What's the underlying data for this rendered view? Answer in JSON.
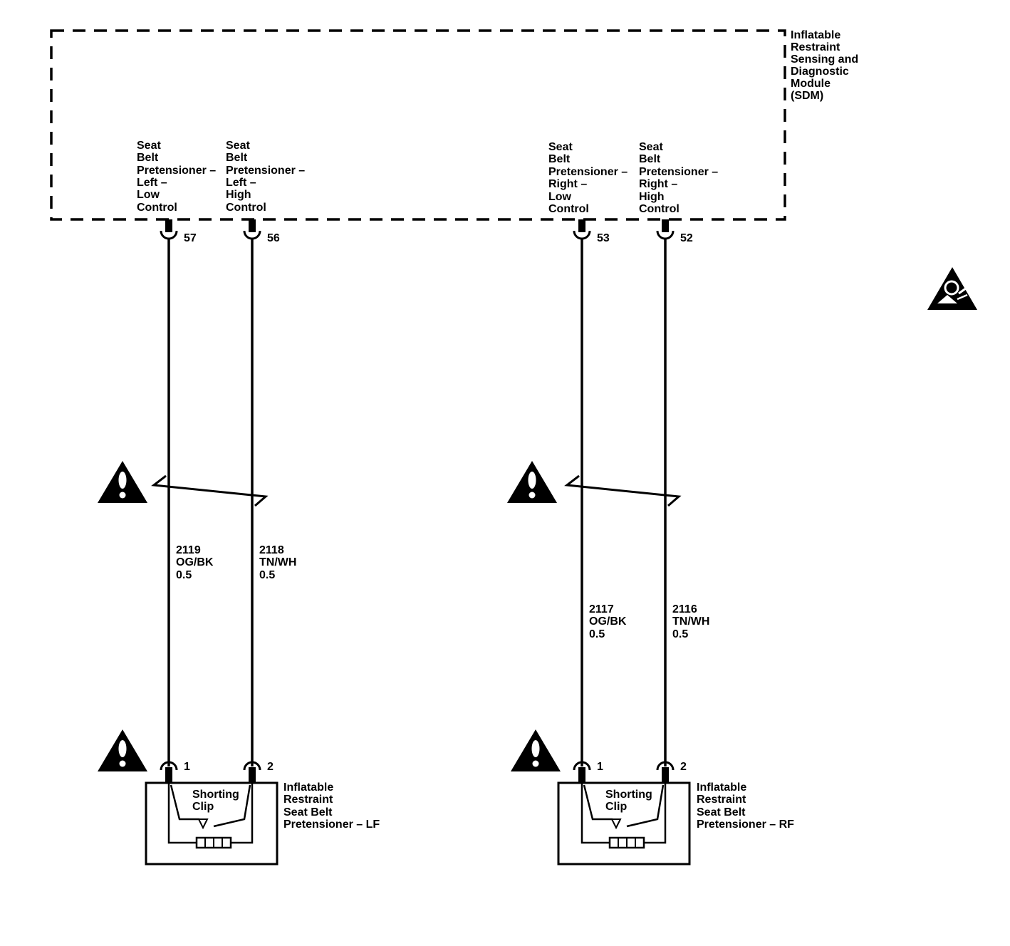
{
  "module": {
    "name_lines": [
      "Inflatable",
      "Restraint",
      "Sensing and",
      "Diagnostic",
      "Module",
      "(SDM)"
    ]
  },
  "circuits": [
    {
      "side": "left",
      "pin": "57",
      "label_lines": [
        "Seat",
        "Belt",
        "Pretensioner –",
        "Left –",
        "Low",
        "Control"
      ],
      "wire_lines": [
        "2119",
        "OG/BK",
        "0.5"
      ],
      "device_pin": "1"
    },
    {
      "side": "left",
      "pin": "56",
      "label_lines": [
        "Seat",
        "Belt",
        "Pretensioner –",
        "Left –",
        "High",
        "Control"
      ],
      "wire_lines": [
        "2118",
        "TN/WH",
        "0.5"
      ],
      "device_pin": "2"
    },
    {
      "side": "right",
      "pin": "53",
      "label_lines": [
        "Seat",
        "Belt",
        "Pretensioner –",
        "Right –",
        "Low",
        "Control"
      ],
      "wire_lines": [
        "2117",
        "OG/BK",
        "0.5"
      ],
      "device_pin": "1"
    },
    {
      "side": "right",
      "pin": "52",
      "label_lines": [
        "Seat",
        "Belt",
        "Pretensioner –",
        "Right –",
        "High",
        "Control"
      ],
      "wire_lines": [
        "2116",
        "TN/WH",
        "0.5"
      ],
      "device_pin": "2"
    }
  ],
  "devices": [
    {
      "shorting_clip_lines": [
        "Shorting",
        "Clip"
      ],
      "name_lines": [
        "Inflatable",
        "Restraint",
        "Seat Belt",
        "Pretensioner – LF"
      ]
    },
    {
      "shorting_clip_lines": [
        "Shorting",
        "Clip"
      ],
      "name_lines": [
        "Inflatable",
        "Restraint",
        "Seat Belt",
        "Pretensioner – RF"
      ]
    }
  ],
  "icons": {
    "warning": "caution-triangle-icon",
    "airbag": "airbag-warning-icon"
  },
  "colors": {
    "line": "#000000",
    "background": "#ffffff"
  }
}
